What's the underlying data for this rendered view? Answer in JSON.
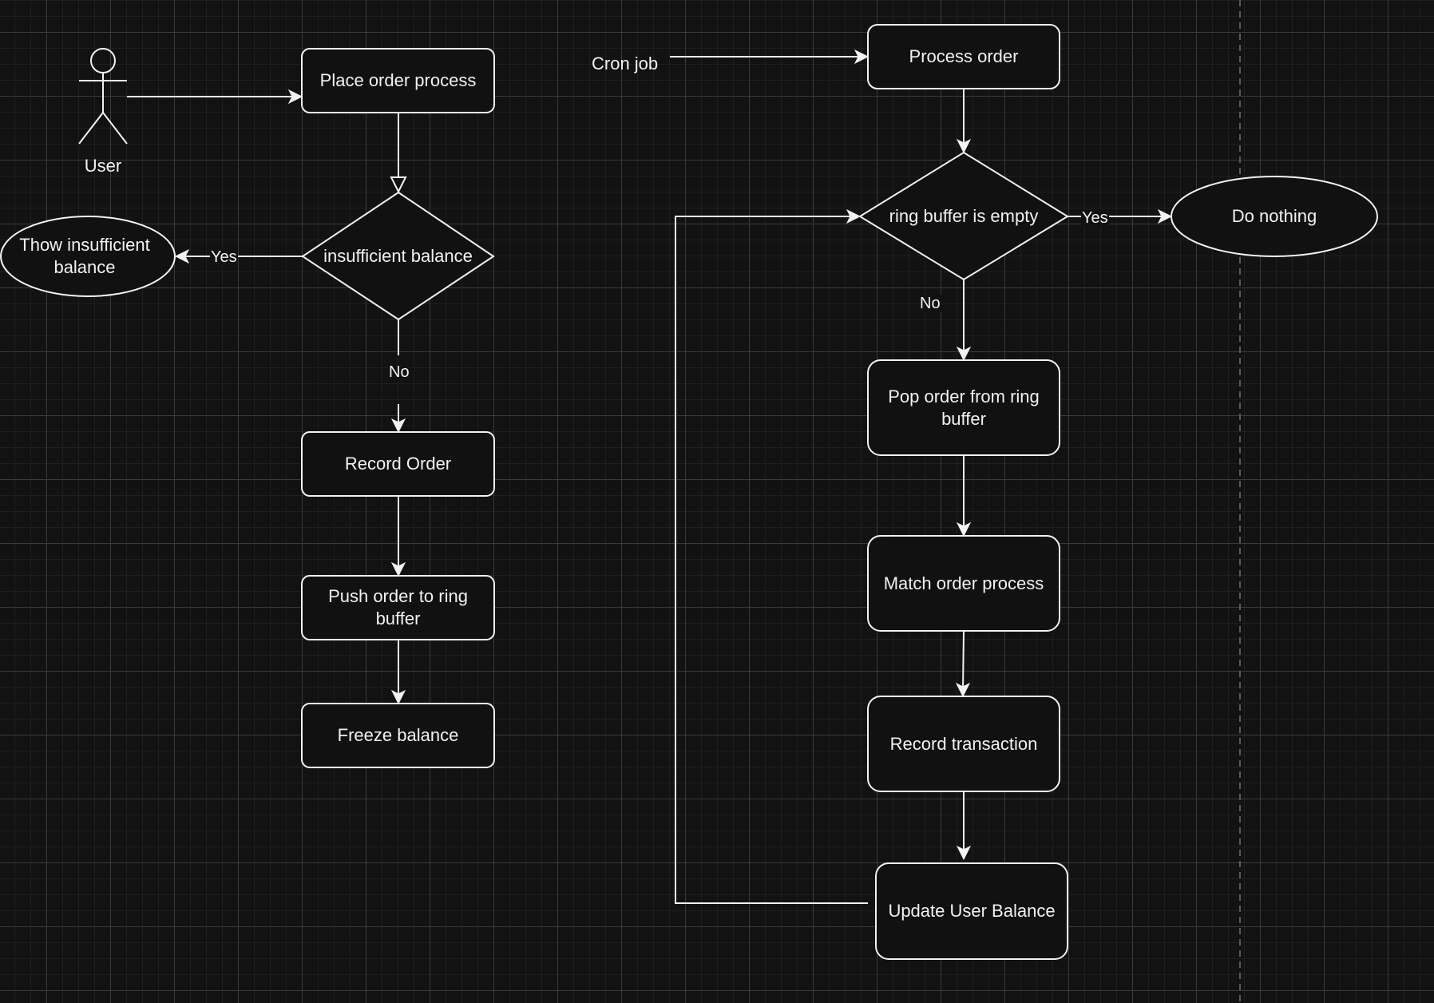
{
  "diagram": {
    "title": "Order processing flowchart",
    "colors": {
      "background": "#121212",
      "stroke": "#f2f2f2",
      "shape_fill": "#111111",
      "grid_major": "#3a3a3a",
      "grid_minor": "#1f1f1f"
    },
    "actor": {
      "label": "User"
    },
    "trigger": {
      "label": "Cron job"
    },
    "nodes": {
      "place_order": {
        "type": "process",
        "label": "Place order process"
      },
      "insufficient_balance": {
        "type": "decision",
        "label": "insufficient balance"
      },
      "throw_insufficient": {
        "type": "terminal",
        "label": "Thow insufficient\nbalance"
      },
      "record_order": {
        "type": "process",
        "label": "Record Order"
      },
      "push_order": {
        "type": "process",
        "label": "Push order to ring\nbuffer"
      },
      "freeze_balance": {
        "type": "process",
        "label": "Freeze balance"
      },
      "process_order": {
        "type": "process",
        "label": "Process order"
      },
      "ring_buffer_empty": {
        "type": "decision",
        "label": "ring buffer is empty"
      },
      "do_nothing": {
        "type": "terminal",
        "label": "Do nothing"
      },
      "pop_order": {
        "type": "process",
        "label": "Pop order from ring\nbuffer"
      },
      "match_order": {
        "type": "process",
        "label": "Match order process"
      },
      "record_transaction": {
        "type": "process",
        "label": "Record transaction"
      },
      "update_balance": {
        "type": "process",
        "label": "Update User Balance"
      }
    },
    "edges": [
      {
        "from": "User",
        "to": "place_order",
        "label": ""
      },
      {
        "from": "place_order",
        "to": "insufficient_balance",
        "label": ""
      },
      {
        "from": "insufficient_balance",
        "to": "throw_insufficient",
        "label": "Yes"
      },
      {
        "from": "insufficient_balance",
        "to": "record_order",
        "label": "No"
      },
      {
        "from": "record_order",
        "to": "push_order",
        "label": ""
      },
      {
        "from": "push_order",
        "to": "freeze_balance",
        "label": ""
      },
      {
        "from": "Cron job",
        "to": "process_order",
        "label": ""
      },
      {
        "from": "process_order",
        "to": "ring_buffer_empty",
        "label": ""
      },
      {
        "from": "ring_buffer_empty",
        "to": "do_nothing",
        "label": "Yes"
      },
      {
        "from": "ring_buffer_empty",
        "to": "pop_order",
        "label": "No"
      },
      {
        "from": "pop_order",
        "to": "match_order",
        "label": ""
      },
      {
        "from": "match_order",
        "to": "record_transaction",
        "label": ""
      },
      {
        "from": "record_transaction",
        "to": "update_balance",
        "label": ""
      },
      {
        "from": "update_balance",
        "to": "ring_buffer_empty",
        "label": ""
      }
    ],
    "edge_labels": {
      "left_yes": "Yes",
      "left_no": "No",
      "right_yes": "Yes",
      "right_no": "No"
    }
  }
}
